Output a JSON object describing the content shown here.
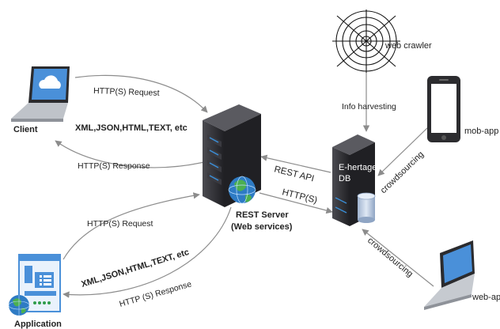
{
  "colors": {
    "edge": "#8c8c8c",
    "server_body": "#2f2f33",
    "server_led": "#3a8fd8",
    "laptop_screen": "#4a90d9",
    "globe": "#2e7bc4",
    "phone": "#333333",
    "db_cylinder": "#b9c9de"
  },
  "nodes": {
    "client": {
      "label": "Client",
      "icon": "laptop-cloud-icon"
    },
    "application": {
      "label": "Application",
      "icon": "app-window-icon"
    },
    "rest_server": {
      "label_line1": "REST Server",
      "label_line2": "(Web services)",
      "icon": "server-tower-icon"
    },
    "db": {
      "label_line1": "E-hertage",
      "label_line2": "DB",
      "icon": "database-icon"
    },
    "web_crawler": {
      "label": "web crawler",
      "icon": "spider-web-icon"
    },
    "mob_app": {
      "label": "mob-app",
      "icon": "smartphone-icon"
    },
    "web_app": {
      "label": "web-app",
      "icon": "laptop-icon"
    }
  },
  "edges": {
    "client_request": "HTTP(S) Request",
    "client_payload": "XML,JSON,HTML,TEXT, etc",
    "client_response": "HTTP(S) Response",
    "app_request": "HTTP(S) Request",
    "app_payload": "XML,JSON,HTML,TEXT, etc",
    "app_response": "HTTP (S) Response",
    "info_harvesting": "Info harvesting",
    "rest_api": "REST API",
    "https": "HTTP(S)",
    "crowdsourcing_mob": "crowdsourcing",
    "crowdsourcing_web": "crowdsourcing"
  }
}
